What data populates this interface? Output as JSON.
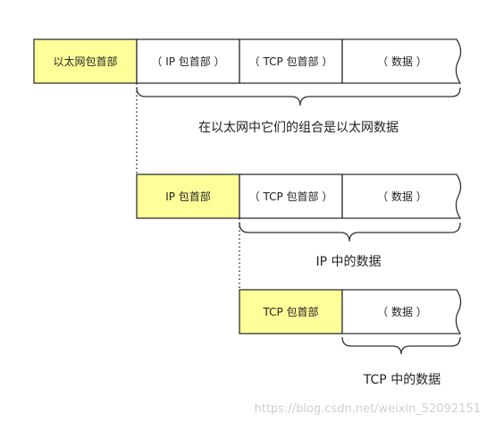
{
  "colors": {
    "header_fill": "#ffff99",
    "plain_fill": "#ffffff",
    "stroke": "#333333"
  },
  "rows": [
    {
      "header": "以太网包首部",
      "segments": [
        "（ IP 包首部 ）",
        "（ TCP 包首部 ）",
        "（ 数据 ）"
      ],
      "caption": "在以太网中它们的组合是以太网数据"
    },
    {
      "header": "IP 包首部",
      "segments": [
        "（ TCP 包首部 ）",
        "（ 数据 ）"
      ],
      "caption": "IP 中的数据"
    },
    {
      "header": "TCP 包首部",
      "segments": [
        "（ 数据 ）"
      ],
      "caption": "TCP 中的数据"
    }
  ],
  "watermark": "https://blog.csdn.net/weixin_52092151"
}
